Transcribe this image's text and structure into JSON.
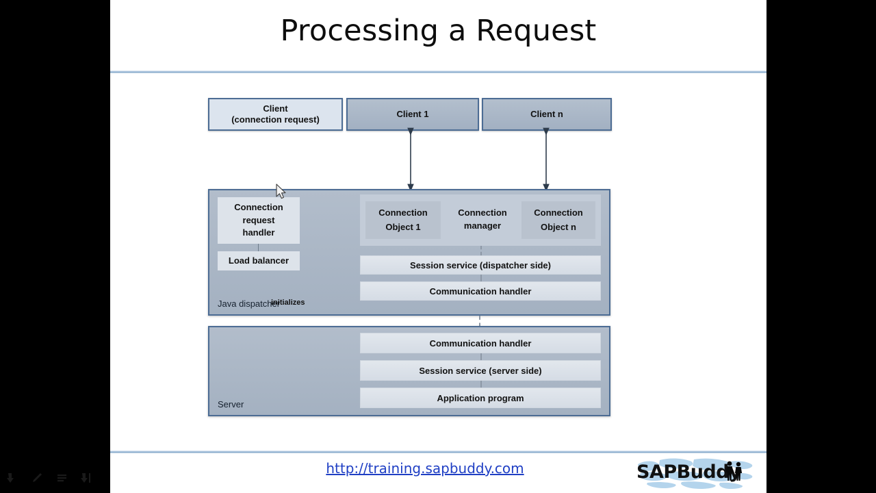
{
  "slide": {
    "title": "Processing a Request",
    "footer_url": "http://training.sapbuddy.com",
    "logo_text": "SAPBuddy"
  },
  "diagram": {
    "clients": [
      {
        "id": "client-connection-request",
        "label": "Client\n(connection request)",
        "line1": "Client",
        "line2": "(connection request)",
        "style": "light"
      },
      {
        "id": "client-1",
        "label": "Client 1",
        "line1": "Client 1",
        "line2": "",
        "style": "dark"
      },
      {
        "id": "client-n",
        "label": "Client n",
        "line1": "Client n",
        "line2": "",
        "style": "dark"
      }
    ],
    "dispatcher": {
      "name": "Java dispatcher",
      "connection_request_handler": "Connection\nrequest\nhandler",
      "crh_line1": "Connection",
      "crh_line2": "request",
      "crh_line3": "handler",
      "load_balancer": "Load balancer",
      "initializes": "initializes",
      "connection_manager": "Connection\nmanager",
      "cm_line1": "Connection",
      "cm_line2": "manager",
      "connection_object_1_l1": "Connection",
      "connection_object_1_l2": "Object 1",
      "connection_object_n_l1": "Connection",
      "connection_object_n_l2": "Object n",
      "session_service": "Session service (dispatcher side)",
      "communication_handler": "Communication handler"
    },
    "server": {
      "name": "Server",
      "communication_handler": "Communication handler",
      "session_service": "Session service (server side)",
      "application_program": "Application program"
    }
  },
  "toolbar": {
    "items": [
      {
        "name": "presenter-tool-1"
      },
      {
        "name": "presenter-tool-2"
      },
      {
        "name": "presenter-tool-3"
      },
      {
        "name": "presenter-tool-4"
      }
    ]
  },
  "colors": {
    "border_blue": "#4c6c94",
    "container_fill": "#aab6c6",
    "light_fill": "#dce4ee",
    "dark_fill": "#a6b4c6",
    "bar_fill": "#dbe1e9",
    "link_blue": "#1f3fc4",
    "rule_blue": "#7fa5c8"
  }
}
